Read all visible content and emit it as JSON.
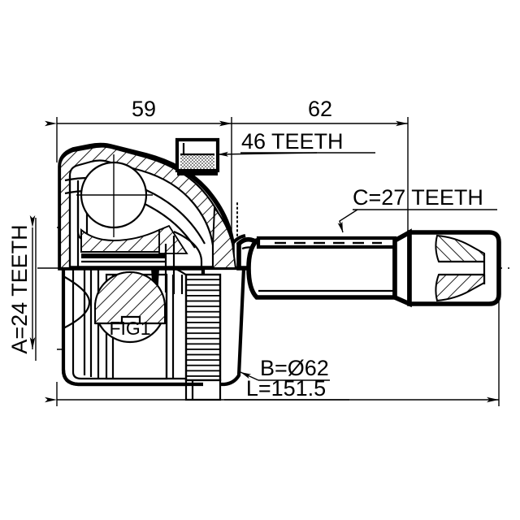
{
  "drawing": {
    "type": "cv-joint-outer-technical-drawing",
    "background_color": "#ffffff",
    "line_color": "#000000",
    "dimensions": {
      "top_left": {
        "value": "59",
        "name": "inner-length-dimension"
      },
      "top_right": {
        "value": "62",
        "name": "outer-length-dimension"
      },
      "bottom": {
        "value": "L=151.5",
        "name": "overall-length-dimension"
      }
    },
    "labels": {
      "teeth_46": "46 TEETH",
      "teeth_c27": "C=27 TEETH",
      "teeth_a24": "A=24 TEETH",
      "diameter_b": "B=Ø62",
      "detail_fig": "FIG1"
    }
  },
  "chart_data": {
    "type": "table",
    "title": "CV Joint Outer Dimensions",
    "categories": [
      "59",
      "62",
      "L=151.5",
      "A=24 TEETH",
      "46 TEETH",
      "C=27 TEETH",
      "B=Ø62"
    ],
    "values": [
      59,
      62,
      151.5,
      24,
      46,
      27,
      62
    ]
  }
}
